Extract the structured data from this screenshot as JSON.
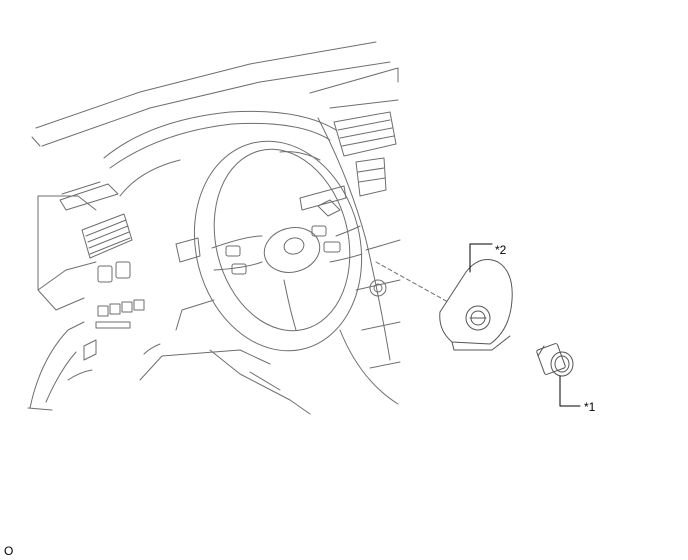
{
  "callouts": {
    "part_2_label": "*2",
    "part_1_label": "*1"
  },
  "footer": {
    "illustration_code": "O"
  }
}
